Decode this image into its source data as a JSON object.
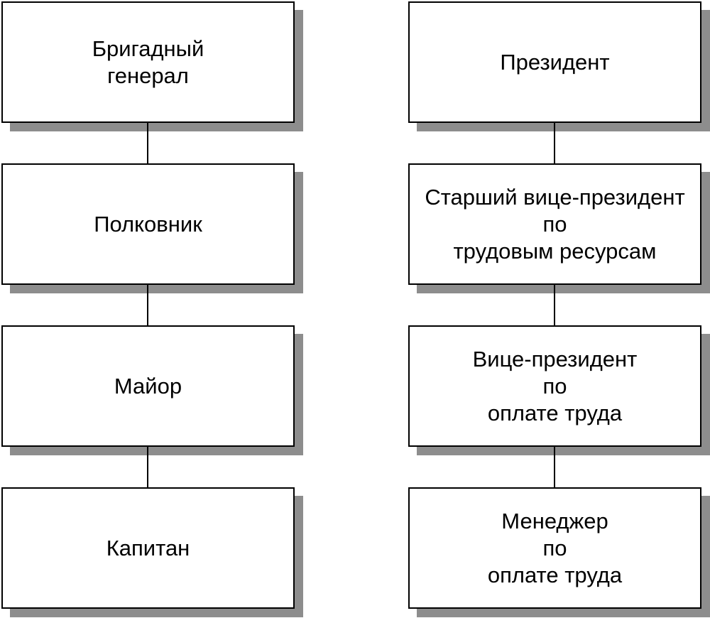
{
  "diagram": {
    "columns": [
      {
        "name": "military-hierarchy",
        "nodes": [
          {
            "label": "Бригадный\nгенерал"
          },
          {
            "label": "Полковник"
          },
          {
            "label": "Майор"
          },
          {
            "label": "Капитан"
          }
        ]
      },
      {
        "name": "corporate-hierarchy",
        "nodes": [
          {
            "label": "Президент"
          },
          {
            "label": "Старший вице-президент\nпо\nтрудовым ресурсам"
          },
          {
            "label": "Вице-президент\nпо\nоплате труда"
          },
          {
            "label": "Менеджер\nпо\nоплате труда"
          }
        ]
      }
    ],
    "colors": {
      "background": "#ffffff",
      "box_fill": "#ffffff",
      "box_border": "#000000",
      "shadow": "#8d8d8d",
      "connector": "#000000",
      "text": "#000000"
    }
  }
}
